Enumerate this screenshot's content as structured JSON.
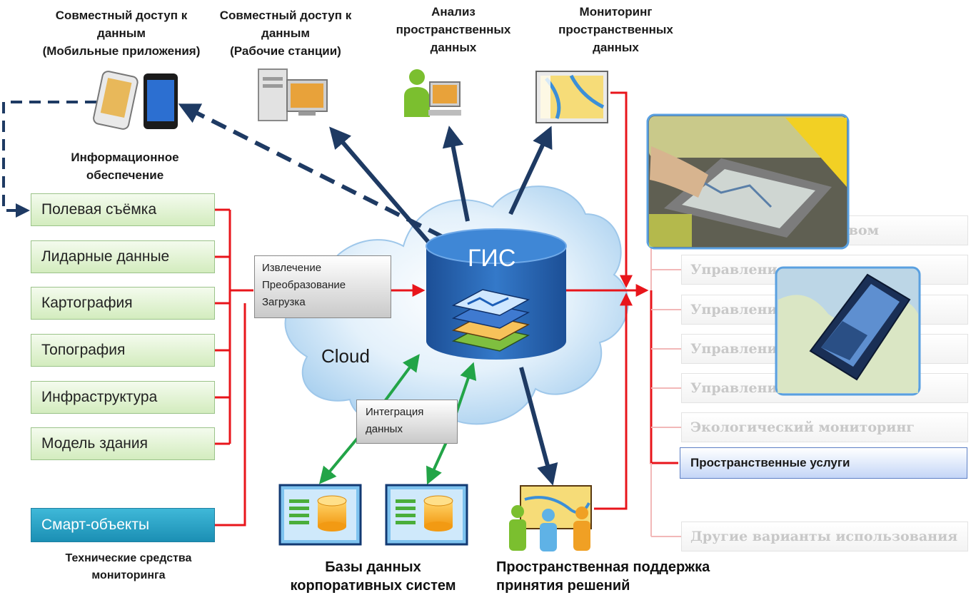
{
  "top_labels": {
    "mobile": [
      "Совместный доступ к",
      "данным",
      "(Мобильные приложения)"
    ],
    "workstations": [
      "Совместный доступ к",
      "данным",
      "(Рабочие станции)"
    ],
    "analysis": [
      "Анализ",
      "пространственных",
      "данных"
    ],
    "monitoring": [
      "Мониторинг",
      "пространственных",
      "данных"
    ]
  },
  "info_support": [
    "Информационное",
    "обеспечение"
  ],
  "sources": [
    "Полевая съёмка",
    "Лидарные данные",
    "Картография",
    "Топография",
    "Инфраструктура",
    "Модель здания"
  ],
  "smart": {
    "label": "Смарт-объекты",
    "caption": [
      "Технические средства",
      "мониторинга"
    ]
  },
  "etl": [
    "Извлечение",
    "Преобразование",
    "Загрузка"
  ],
  "integration": [
    "Интеграция",
    "данных"
  ],
  "center": {
    "cloud": "Cloud",
    "gis": "ГИС"
  },
  "bottom": {
    "databases": [
      "Базы данных",
      "корпоративных систем"
    ],
    "decision": [
      "Пространственная поддержка",
      "принятия решений"
    ]
  },
  "right_list": [
    "…ельством",
    "Управлени…",
    "Управлени…",
    "Управлени…",
    "Управлени…",
    "Экологический мониторинг"
  ],
  "active_item": "Пространственные услуги",
  "last_item": "Другие варианты использования",
  "colors": {
    "red": "#e8151b",
    "navy": "#1e3a63",
    "green": "#22a447",
    "cloud": "#cfe6f8",
    "gis": "#2a68b6"
  },
  "icons": [
    "mobile-devices-icon",
    "workstation-icon",
    "analyst-icon",
    "map-monitor-icon",
    "tablet-photo",
    "smartphone-photo",
    "database-icon",
    "people-map-icon"
  ]
}
